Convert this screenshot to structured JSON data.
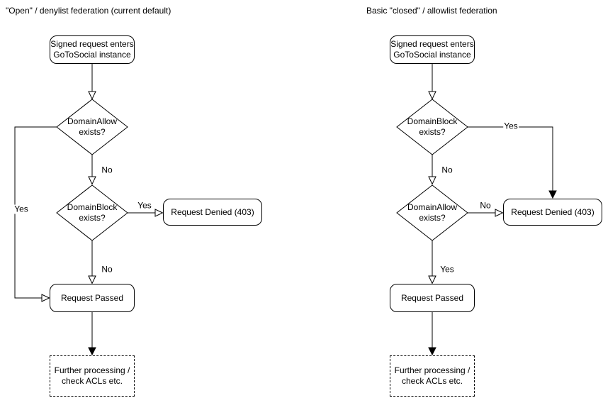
{
  "colors": {
    "stroke": "#000000",
    "background": "#ffffff",
    "text": "#000000"
  },
  "charts": [
    {
      "title": "\"Open\" / denylist federation (current default)",
      "nodes": {
        "start": "Signed request enters\nGoToSocial instance",
        "decision1": "DomainAllow\nexists?",
        "decision2": "DomainBlock\nexists?",
        "denied": "Request Denied (403)",
        "passed": "Request Passed",
        "further": "Further processing /\ncheck ACLs etc."
      },
      "labels": {
        "decision1_yes": "Yes",
        "decision1_no": "No",
        "decision2_yes": "Yes",
        "decision2_no": "No"
      }
    },
    {
      "title": "Basic \"closed\" / allowlist federation",
      "nodes": {
        "start": "Signed request enters\nGoToSocial instance",
        "decision1": "DomainBlock\nexists?",
        "decision2": "DomainAllow\nexists?",
        "denied": "Request Denied (403)",
        "passed": "Request Passed",
        "further": "Further processing /\ncheck ACLs etc."
      },
      "labels": {
        "decision1_yes": "Yes",
        "decision1_no": "No",
        "decision2_no": "No",
        "decision2_yes": "Yes"
      }
    }
  ]
}
